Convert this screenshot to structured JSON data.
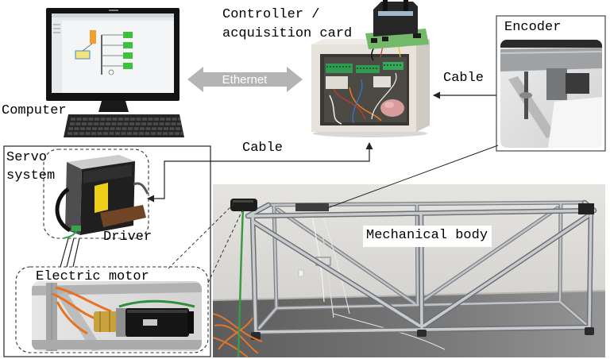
{
  "figure": {
    "computer": {
      "label": "Computer"
    },
    "controller": {
      "line1": "Controller /",
      "line2": "acquisition card"
    },
    "ethernet": {
      "label": "Ethernet"
    },
    "encoder": {
      "label": "Encoder"
    },
    "encoder_cable": {
      "label": "Cable"
    },
    "servo_cable": {
      "label": "Cable"
    },
    "servo_system": {
      "line1": "Servo",
      "line2": "system"
    },
    "driver": {
      "label": "Driver"
    },
    "motor": {
      "label": "Electric motor"
    },
    "mechanical_body": {
      "label": "Mechanical body"
    }
  },
  "colors": {
    "ethernet_arrow": "#b4b4b4",
    "label_text": "#000000",
    "connector_lines": "#222222"
  }
}
